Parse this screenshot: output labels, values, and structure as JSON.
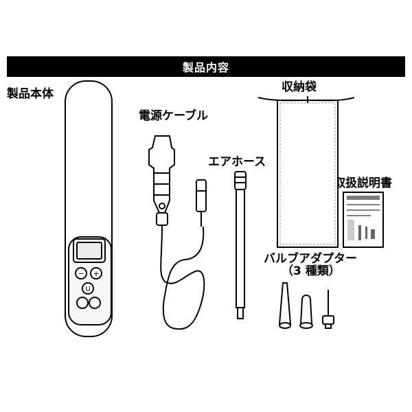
{
  "header": {
    "title": "製品内容"
  },
  "items": {
    "main_unit": "製品本体",
    "power_cable": "電源ケーブル",
    "air_hose": "エアホース",
    "storage_bag": "収納袋",
    "manual": "取扱説明書",
    "valve_adapters": "バルブアダプター",
    "valve_adapters_note": "（3 種類）"
  },
  "device": {
    "button_up": "+",
    "button_down": "−",
    "button_power": "U"
  }
}
